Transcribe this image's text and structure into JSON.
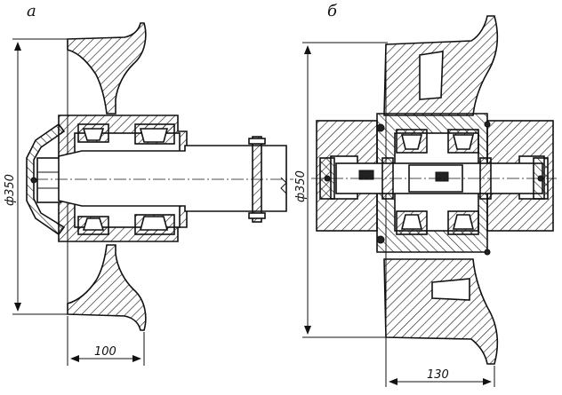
{
  "views": {
    "a": {
      "label": "а",
      "diameter_label": "ф350",
      "width_label": "100"
    },
    "b": {
      "label": "б",
      "diameter_label": "ф350",
      "width_label": "130"
    }
  }
}
